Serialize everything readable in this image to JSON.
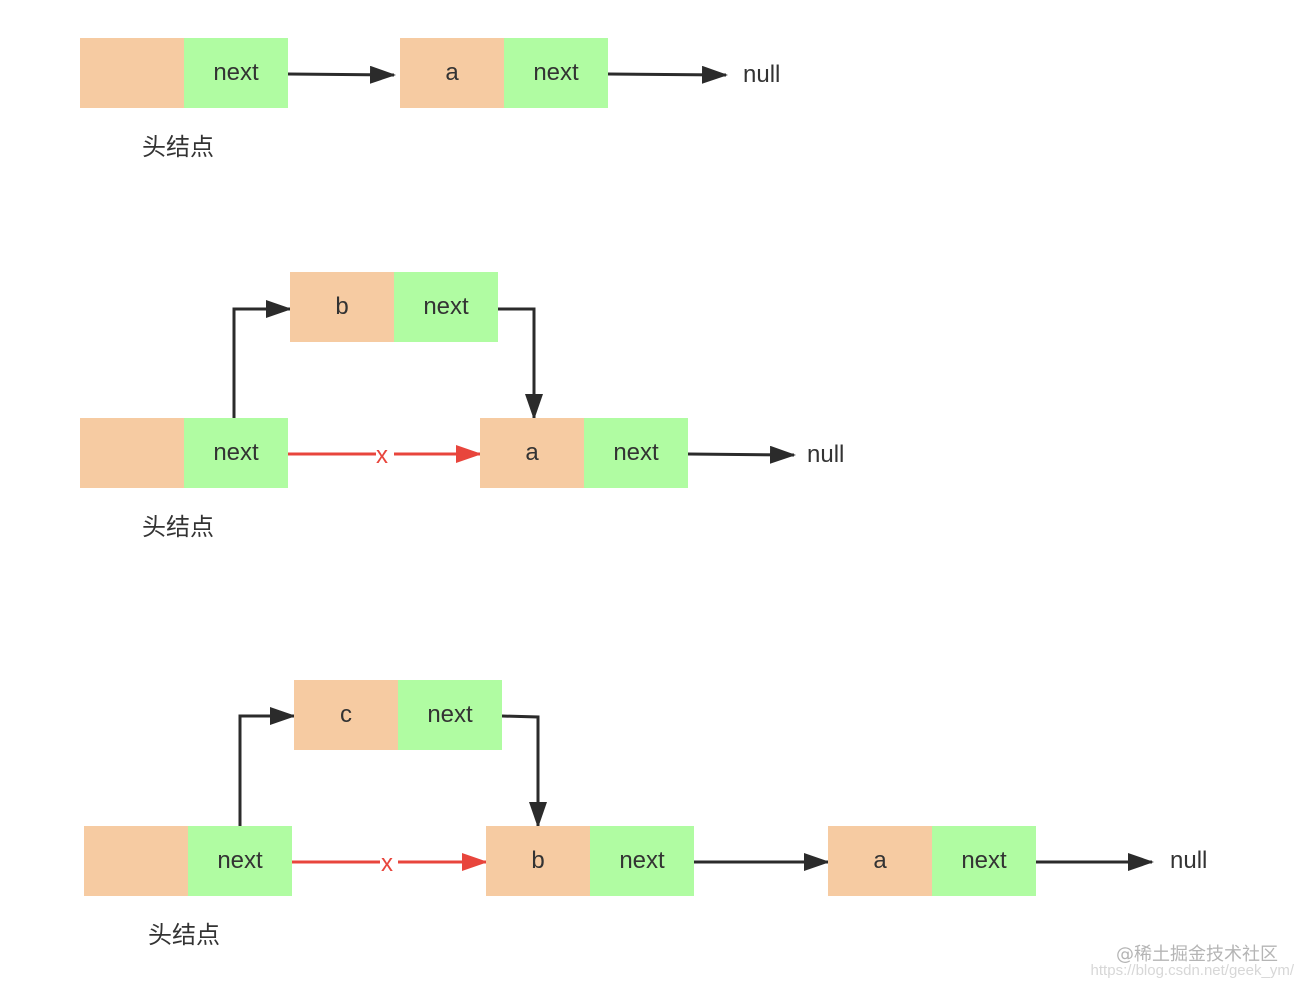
{
  "colors": {
    "data_cell": "#f6cba2",
    "next_cell": "#b0fca2",
    "arrow": "#2b2b2b",
    "broken_link": "#e8453c"
  },
  "labels": {
    "next": "next",
    "null": "null",
    "head_node": "头结点",
    "broken_mark": "x"
  },
  "diagrams": [
    {
      "head": {
        "data": "",
        "next": "next"
      },
      "nodes": [
        {
          "data": "a",
          "next": "next"
        }
      ],
      "terminal": "null"
    },
    {
      "head": {
        "data": "",
        "next": "next"
      },
      "inserted": {
        "data": "b",
        "next": "next"
      },
      "nodes": [
        {
          "data": "a",
          "next": "next"
        }
      ],
      "terminal": "null"
    },
    {
      "head": {
        "data": "",
        "next": "next"
      },
      "inserted": {
        "data": "c",
        "next": "next"
      },
      "nodes": [
        {
          "data": "b",
          "next": "next"
        },
        {
          "data": "a",
          "next": "next"
        }
      ],
      "terminal": "null"
    }
  ],
  "watermark": {
    "line1": "@稀土掘金技术社区",
    "line2": "https://blog.csdn.net/geek_ym/"
  }
}
